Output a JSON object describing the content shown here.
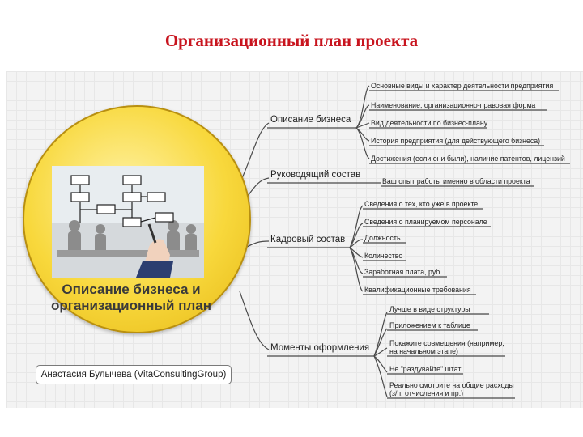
{
  "title": "Организационный план проекта",
  "center": {
    "label_line1": "Описание бизнеса и",
    "label_line2": "организационный план"
  },
  "author": "Анастасия Булычева (VitaConsultingGroup)",
  "branches": [
    {
      "label": "Описание бизнеса",
      "leaves": [
        "Основные виды и характер деятельности предприятия",
        "Наименование, организационно-правовая форма",
        "Вид деятельности по бизнес-плану",
        "История предприятия (для действующего бизнеса)",
        "Достижения (если они были), наличие патентов, лицензий"
      ]
    },
    {
      "label": "Руководящий состав",
      "leaves": [
        "Ваш опыт работы именно в области проекта"
      ]
    },
    {
      "label": "Кадровый состав",
      "leaves": [
        "Сведения о тех, кто уже в проекте",
        "Сведения о планируемом персонале",
        "Должность",
        "Количество",
        "Заработная плата, руб.",
        "Квалификационные требования"
      ]
    },
    {
      "label": "Моменты оформления",
      "leaves": [
        "Лучше в виде структуры",
        "Приложением к таблице",
        "Покажите совмещения (например, на начальном этапе)",
        "Не \"раздувайте\" штат",
        "Реально смотрите на общие расходы (з/п, отчисления и пр.)"
      ]
    }
  ]
}
